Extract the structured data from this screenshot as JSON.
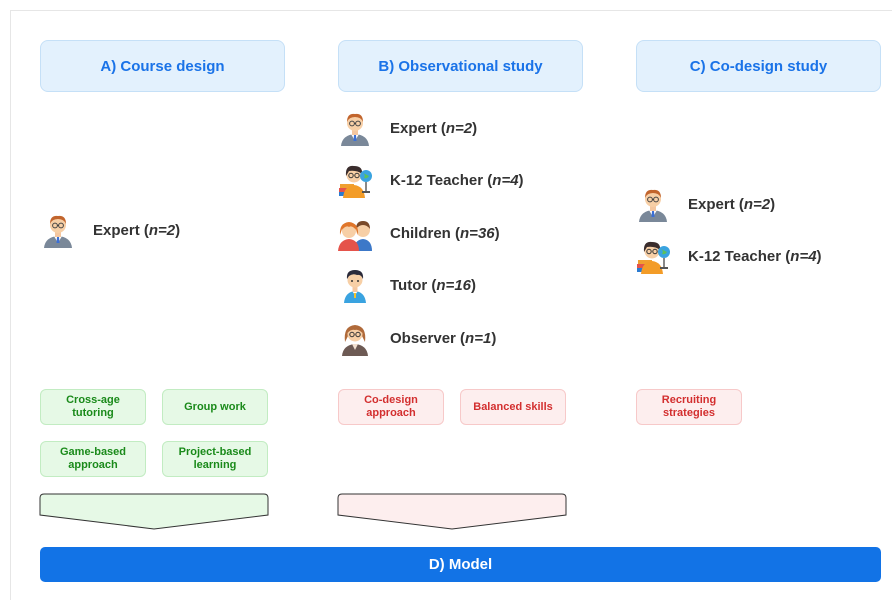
{
  "columns": {
    "a": {
      "title": "A) Course design",
      "people": [
        {
          "name": "Expert",
          "n": "n=2"
        }
      ],
      "tags": [
        "Cross-age tutoring",
        "Group work",
        "Game-based approach",
        "Project-based learning"
      ]
    },
    "b": {
      "title": "B) Observational study",
      "people": [
        {
          "name": "Expert",
          "n": "n=2"
        },
        {
          "name": "K-12 Teacher",
          "n": "n=4"
        },
        {
          "name": "Children",
          "n": "n=36"
        },
        {
          "name": "Tutor",
          "n": "n=16"
        },
        {
          "name": "Observer",
          "n": "n=1"
        }
      ],
      "tags": [
        "Co-design approach",
        "Balanced skills"
      ]
    },
    "c": {
      "title": "C) Co-design study",
      "people": [
        {
          "name": "Expert",
          "n": "n=2"
        },
        {
          "name": "K-12 Teacher",
          "n": "n=4"
        }
      ],
      "tags": [
        "Recruiting strategies"
      ]
    }
  },
  "model": {
    "title": "D) Model"
  },
  "colors": {
    "header_bg": "#e3f1fd",
    "header_text": "#1a73e8",
    "green_tag_bg": "#e6f9e6",
    "green_tag_text": "#1a8a1a",
    "red_tag_bg": "#fdeeee",
    "red_tag_text": "#d32f2f",
    "model_bg": "#1273e6"
  },
  "icons": [
    "expert-icon",
    "teacher-icon",
    "children-icon",
    "tutor-icon",
    "observer-icon"
  ]
}
